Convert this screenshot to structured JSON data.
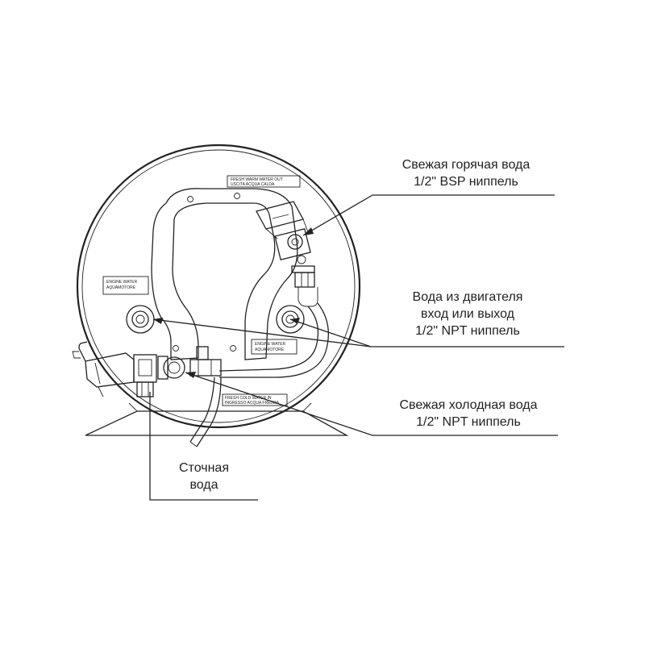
{
  "callouts": {
    "hot_water": {
      "line1": "Свежая горячая вода",
      "line2": "1/2\" BSP ниппель"
    },
    "engine_water": {
      "line1": "Вода из двигателя",
      "line2": "вход или выход",
      "line3": "1/2\" NPT ниппель"
    },
    "cold_water": {
      "line1": "Свежая холодная вода",
      "line2": "1/2\" NPT ниппель"
    },
    "drain": {
      "line1": "Сточная",
      "line2": "вода"
    }
  },
  "labels": {
    "warm_out": {
      "line1": "FRESH WARM WATER OUT",
      "line2": "USCITA ACQUA CALDA"
    },
    "engine_left": {
      "line1": "ENGINE WATER",
      "line2": "AQUAMOTORE"
    },
    "engine_right": {
      "line1": "ENGINE WATER",
      "line2": "AQUAMOTORE"
    },
    "cold_in": {
      "line1": "FRESH COLD WATER IN",
      "line2": "INGRESSO ACQUA FREDDA"
    }
  }
}
